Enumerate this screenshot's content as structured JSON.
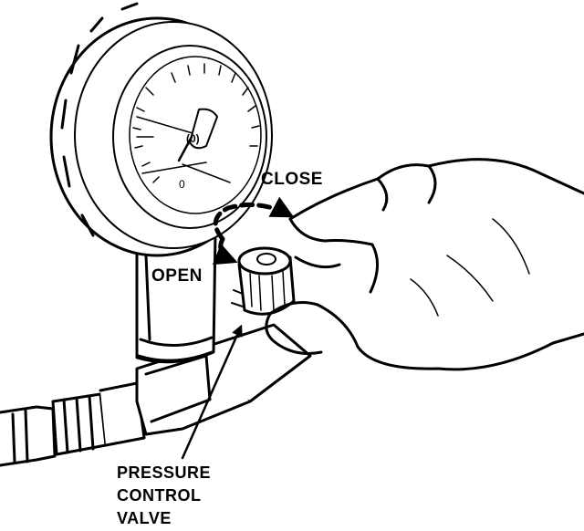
{
  "labels": {
    "close": "CLOSE",
    "open": "OPEN",
    "pressure_control_valve": [
      "PRESSURE",
      "CONTROL",
      "VALVE"
    ]
  },
  "gauge": {
    "dial_marking": "(0)",
    "zero_label": "0"
  },
  "colors": {
    "ink": "#000000",
    "paper": "#ffffff"
  }
}
